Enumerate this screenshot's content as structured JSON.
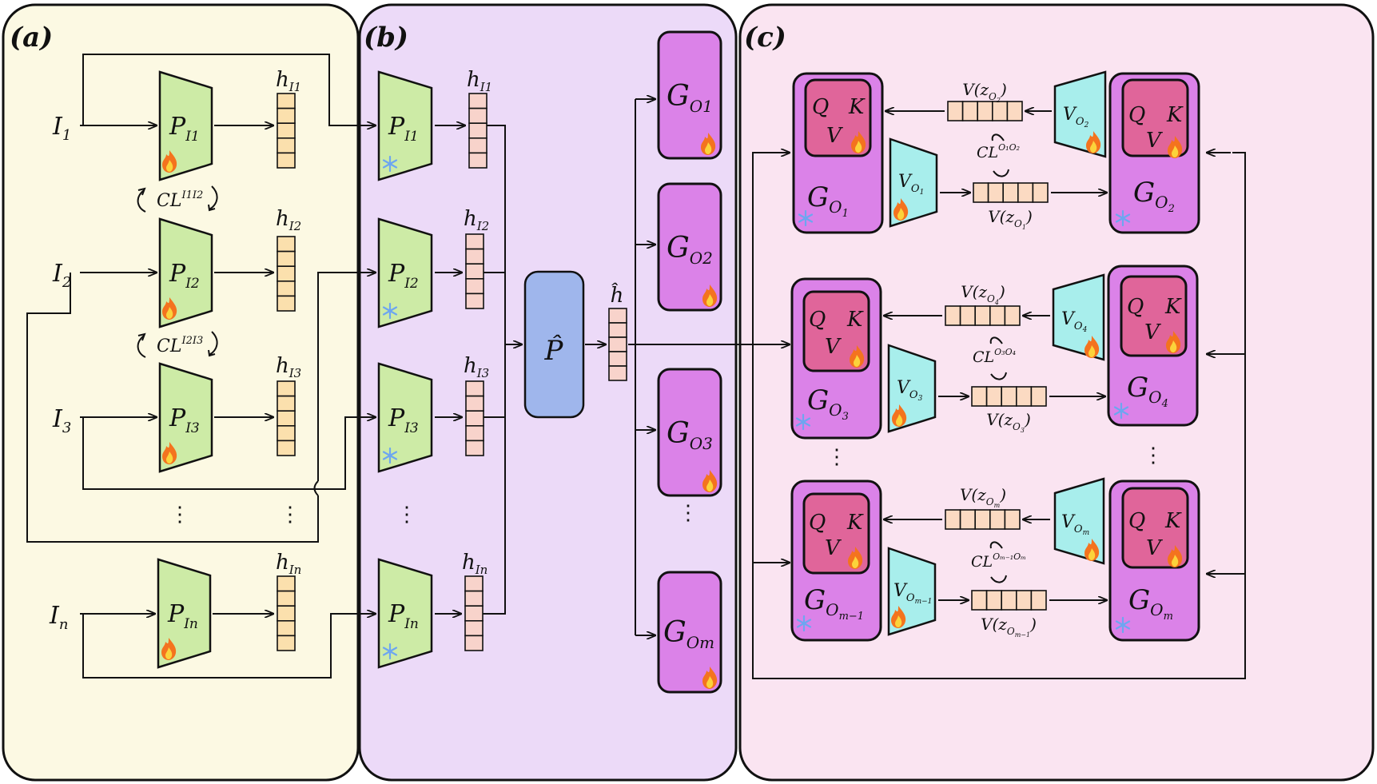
{
  "panels": {
    "a": {
      "label": "(a)"
    },
    "b": {
      "label": "(b)"
    },
    "c": {
      "label": "(c)"
    }
  },
  "inputs": [
    {
      "base": "I",
      "sub": "1"
    },
    {
      "base": "I",
      "sub": "2"
    },
    {
      "base": "I",
      "sub": "3"
    },
    {
      "base": "I",
      "sub": "n"
    }
  ],
  "encoders": [
    {
      "base": "P",
      "sub": "I1"
    },
    {
      "base": "P",
      "sub": "I2"
    },
    {
      "base": "P",
      "sub": "I3"
    },
    {
      "base": "P",
      "sub": "In"
    }
  ],
  "hidden": [
    {
      "base": "h",
      "sub": "I1"
    },
    {
      "base": "h",
      "sub": "I2"
    },
    {
      "base": "h",
      "sub": "I3"
    },
    {
      "base": "h",
      "sub": "In"
    }
  ],
  "contrastive_a": [
    {
      "base": "CL",
      "sup": "I1I2"
    },
    {
      "base": "CL",
      "sup": "I2I3"
    }
  ],
  "fusion": {
    "label": "P̂"
  },
  "fused_hidden": {
    "label": "ĥ"
  },
  "decoders_b": [
    {
      "base": "G",
      "sub": "O1"
    },
    {
      "base": "G",
      "sub": "O2"
    },
    {
      "base": "G",
      "sub": "O3"
    },
    {
      "base": "G",
      "sub": "Om"
    }
  ],
  "attention": {
    "q": "Q",
    "k": "K",
    "v": "V"
  },
  "pairs_c": [
    {
      "left": "GO1",
      "right": "GO2",
      "enc_left": "VO1",
      "enc_right": "VO2",
      "z_top": "V(zO2)",
      "z_bottom": "V(zO1)",
      "cl": "CL^O1O2"
    },
    {
      "left": "GO3",
      "right": "GO4",
      "enc_left": "VO3",
      "enc_right": "VO4",
      "z_top": "V(zO4)",
      "z_bottom": "V(zO3)",
      "cl": "CL^O3O4"
    },
    {
      "left": "GOm-1",
      "right": "GOm",
      "enc_left": "VOm-1",
      "enc_right": "VOm",
      "z_top": "V(zOm)",
      "z_bottom": "V(zOm-1)",
      "cl": "CL^Om-1Om"
    }
  ],
  "ellipsis": "⋮",
  "colors": {
    "panel_a": "#fcf9e3",
    "panel_b": "#ecdaf8",
    "panel_c": "#fae4f1",
    "encoder": "#cdeba6",
    "vector_a": "#fbe0ad",
    "vector_b": "#f8d3cb",
    "fusion": "#9fb6ec",
    "decoder": "#db82e8",
    "attention": "#e0659a",
    "vis_encoder": "#a8eeec"
  }
}
